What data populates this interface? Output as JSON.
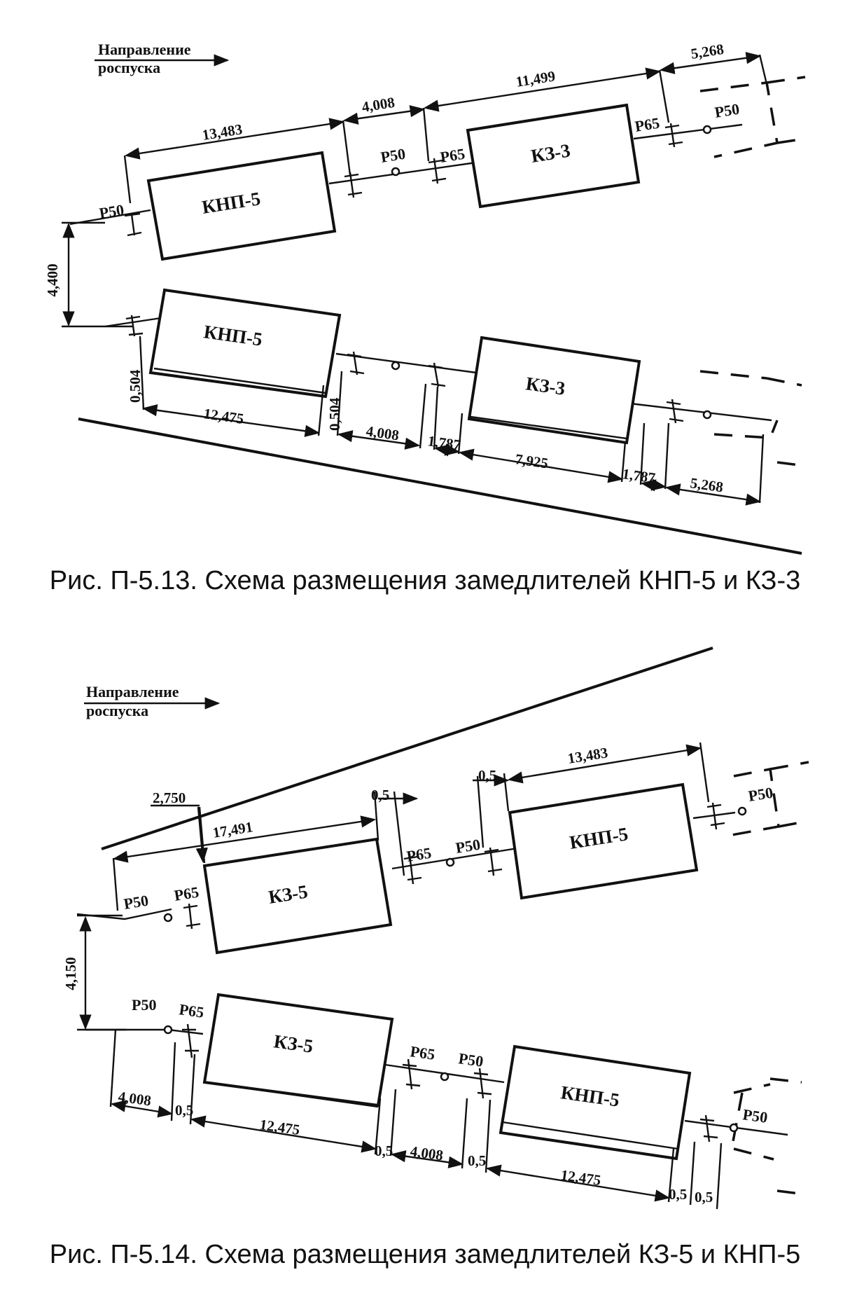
{
  "fig1": {
    "caption": "Рис. П-5.13. Схема размещения замедлителей КНП-5 и КЗ-3",
    "direction_line1": "Направление",
    "direction_line2": "роспуска",
    "box_top_left": "КНП-5",
    "box_top_right": "КЗ-3",
    "box_bottom_left": "КНП-5",
    "box_bottom_right": "КЗ-3",
    "dims": {
      "top_13_483": "13,483",
      "top_4_008": "4,008",
      "top_11_499": "11,499",
      "top_5_268": "5,268",
      "side_4_400": "4,400",
      "bot_0_504_a": "0,504",
      "bot_12_475": "12,475",
      "bot_0_504_b": "0,504",
      "bot_4_008": "4,008",
      "bot_1_787_a": "1,787",
      "bot_7_925": "7,925",
      "bot_1_787_b": "1,787",
      "bot_5_268": "5,268"
    },
    "rail": {
      "p50_left": "Р50",
      "p50_mid": "Р50",
      "p65_mid": "Р65",
      "p65_right": "Р65",
      "p50_right": "Р50"
    }
  },
  "fig2": {
    "caption": "Рис. П-5.14. Схема размещения замедлителей КЗ-5 и КНП-5",
    "direction_line1": "Направление",
    "direction_line2": "роспуска",
    "box_top_left": "КЗ-5",
    "box_top_right": "КНП-5",
    "box_bottom_left": "КЗ-5",
    "box_bottom_right": "КНП-5",
    "dims": {
      "top_2_750": "2,750",
      "top_17_491": "17,491",
      "top_0_5_a": "0,5",
      "top_0_5_b": "0,5",
      "top_13_483": "13,483",
      "side_4_150": "4,150",
      "bot_4_008_a": "4,008",
      "bot_0_5_a": "0,5",
      "bot_12_475_a": "12,475",
      "bot_0_5_b": "0,5",
      "bot_4_008_b": "4,008",
      "bot_0_5_c": "0,5",
      "bot_12_475_b": "12,475",
      "bot_0_5_d": "0,5",
      "bot_0_5_e": "0,5"
    },
    "rail": {
      "top_p50_left": "Р50",
      "top_p65_left": "Р65",
      "top_p65_mid": "Р65",
      "top_p50_mid": "Р50",
      "top_p50_right": "Р50",
      "bot_p50_left": "Р50",
      "bot_p65_left": "Р65",
      "bot_p65_mid": "Р65",
      "bot_p50_mid": "Р50",
      "bot_p50_right": "Р50"
    }
  }
}
